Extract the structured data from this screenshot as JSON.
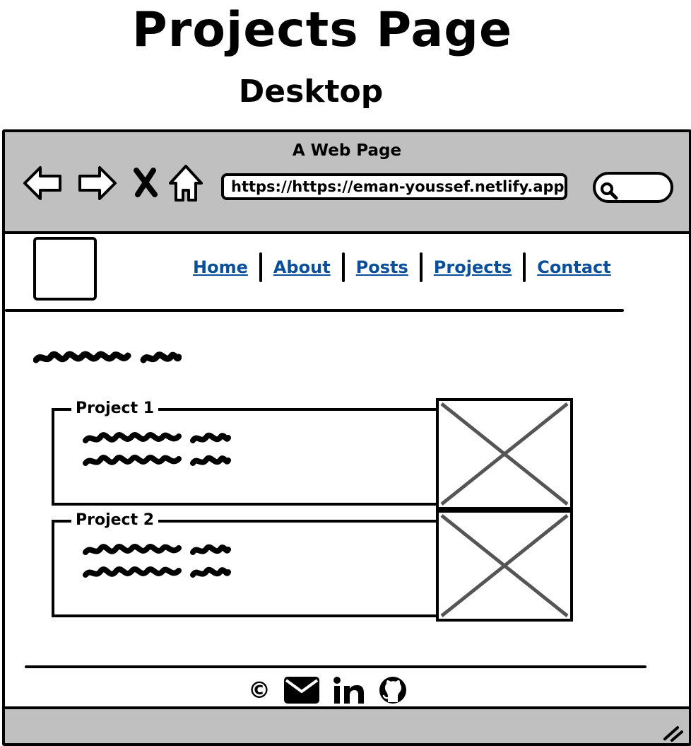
{
  "header": {
    "title": "Projects Page",
    "subtitle": "Desktop"
  },
  "browser": {
    "window_title": "A Web Page",
    "url": "https://https://eman-youssef.netlify.app",
    "chrome_color": "#c0c0c0",
    "controls": [
      "back-arrow-icon",
      "forward-arrow-icon",
      "stop-icon",
      "home-icon"
    ],
    "search_icon": "search-icon"
  },
  "nav": {
    "link_color": "#0b4f9b",
    "items": [
      {
        "label": "Home"
      },
      {
        "label": "About"
      },
      {
        "label": "Posts"
      },
      {
        "label": "Projects"
      },
      {
        "label": "Contact"
      }
    ]
  },
  "projects": [
    {
      "label": "Project 1"
    },
    {
      "label": "Project 2"
    }
  ],
  "footer": {
    "copyright": "©",
    "icons": [
      "envelope-icon",
      "linkedin-icon",
      "github-icon"
    ]
  }
}
